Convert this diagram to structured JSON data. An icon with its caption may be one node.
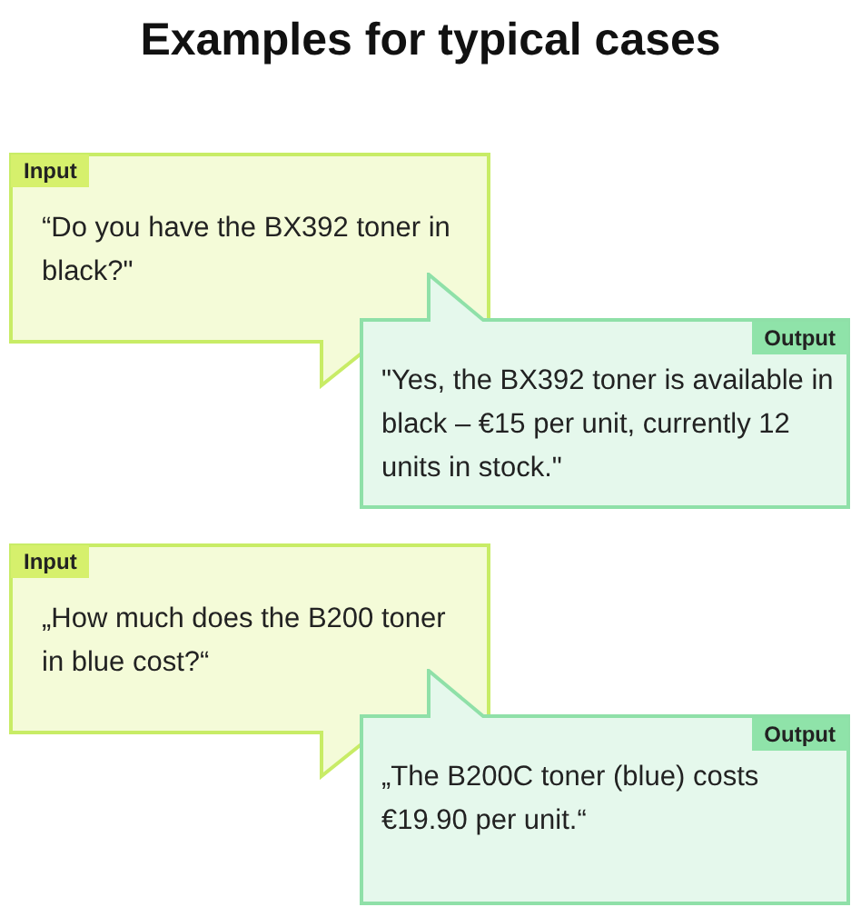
{
  "diagram": {
    "title": "Examples for typical cases",
    "nodes": [
      {
        "text": [
          "Input",
          "“Do you have the BX392 toner in black?\""
        ]
      },
      {
        "text": [
          "Output",
          "\"Yes, the BX392 toner is available in black – €15 per unit, currently 12 units in stock.\""
        ]
      },
      {
        "text": [
          "Input",
          "„How much does the B200 toner in blue cost?“"
        ]
      },
      {
        "text": [
          "Output",
          "„The B200C toner (blue) costs €19.90 per unit.“"
        ]
      }
    ]
  }
}
